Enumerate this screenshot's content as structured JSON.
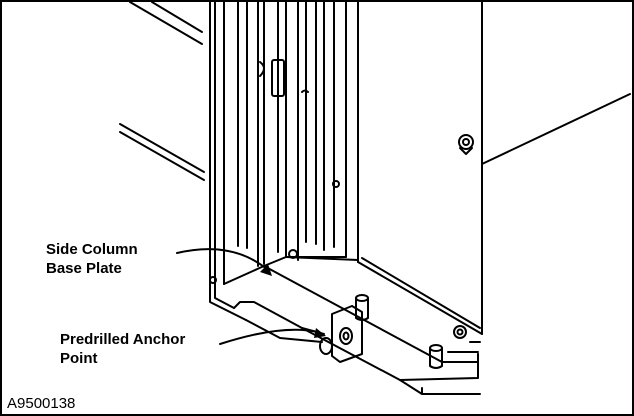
{
  "callouts": {
    "side_column_base_plate": {
      "line1": "Side Column",
      "line2": "Base Plate"
    },
    "predrilled_anchor_point": {
      "line1": "Predrilled Anchor",
      "line2": "Point"
    }
  },
  "figure_id": "A9500138"
}
